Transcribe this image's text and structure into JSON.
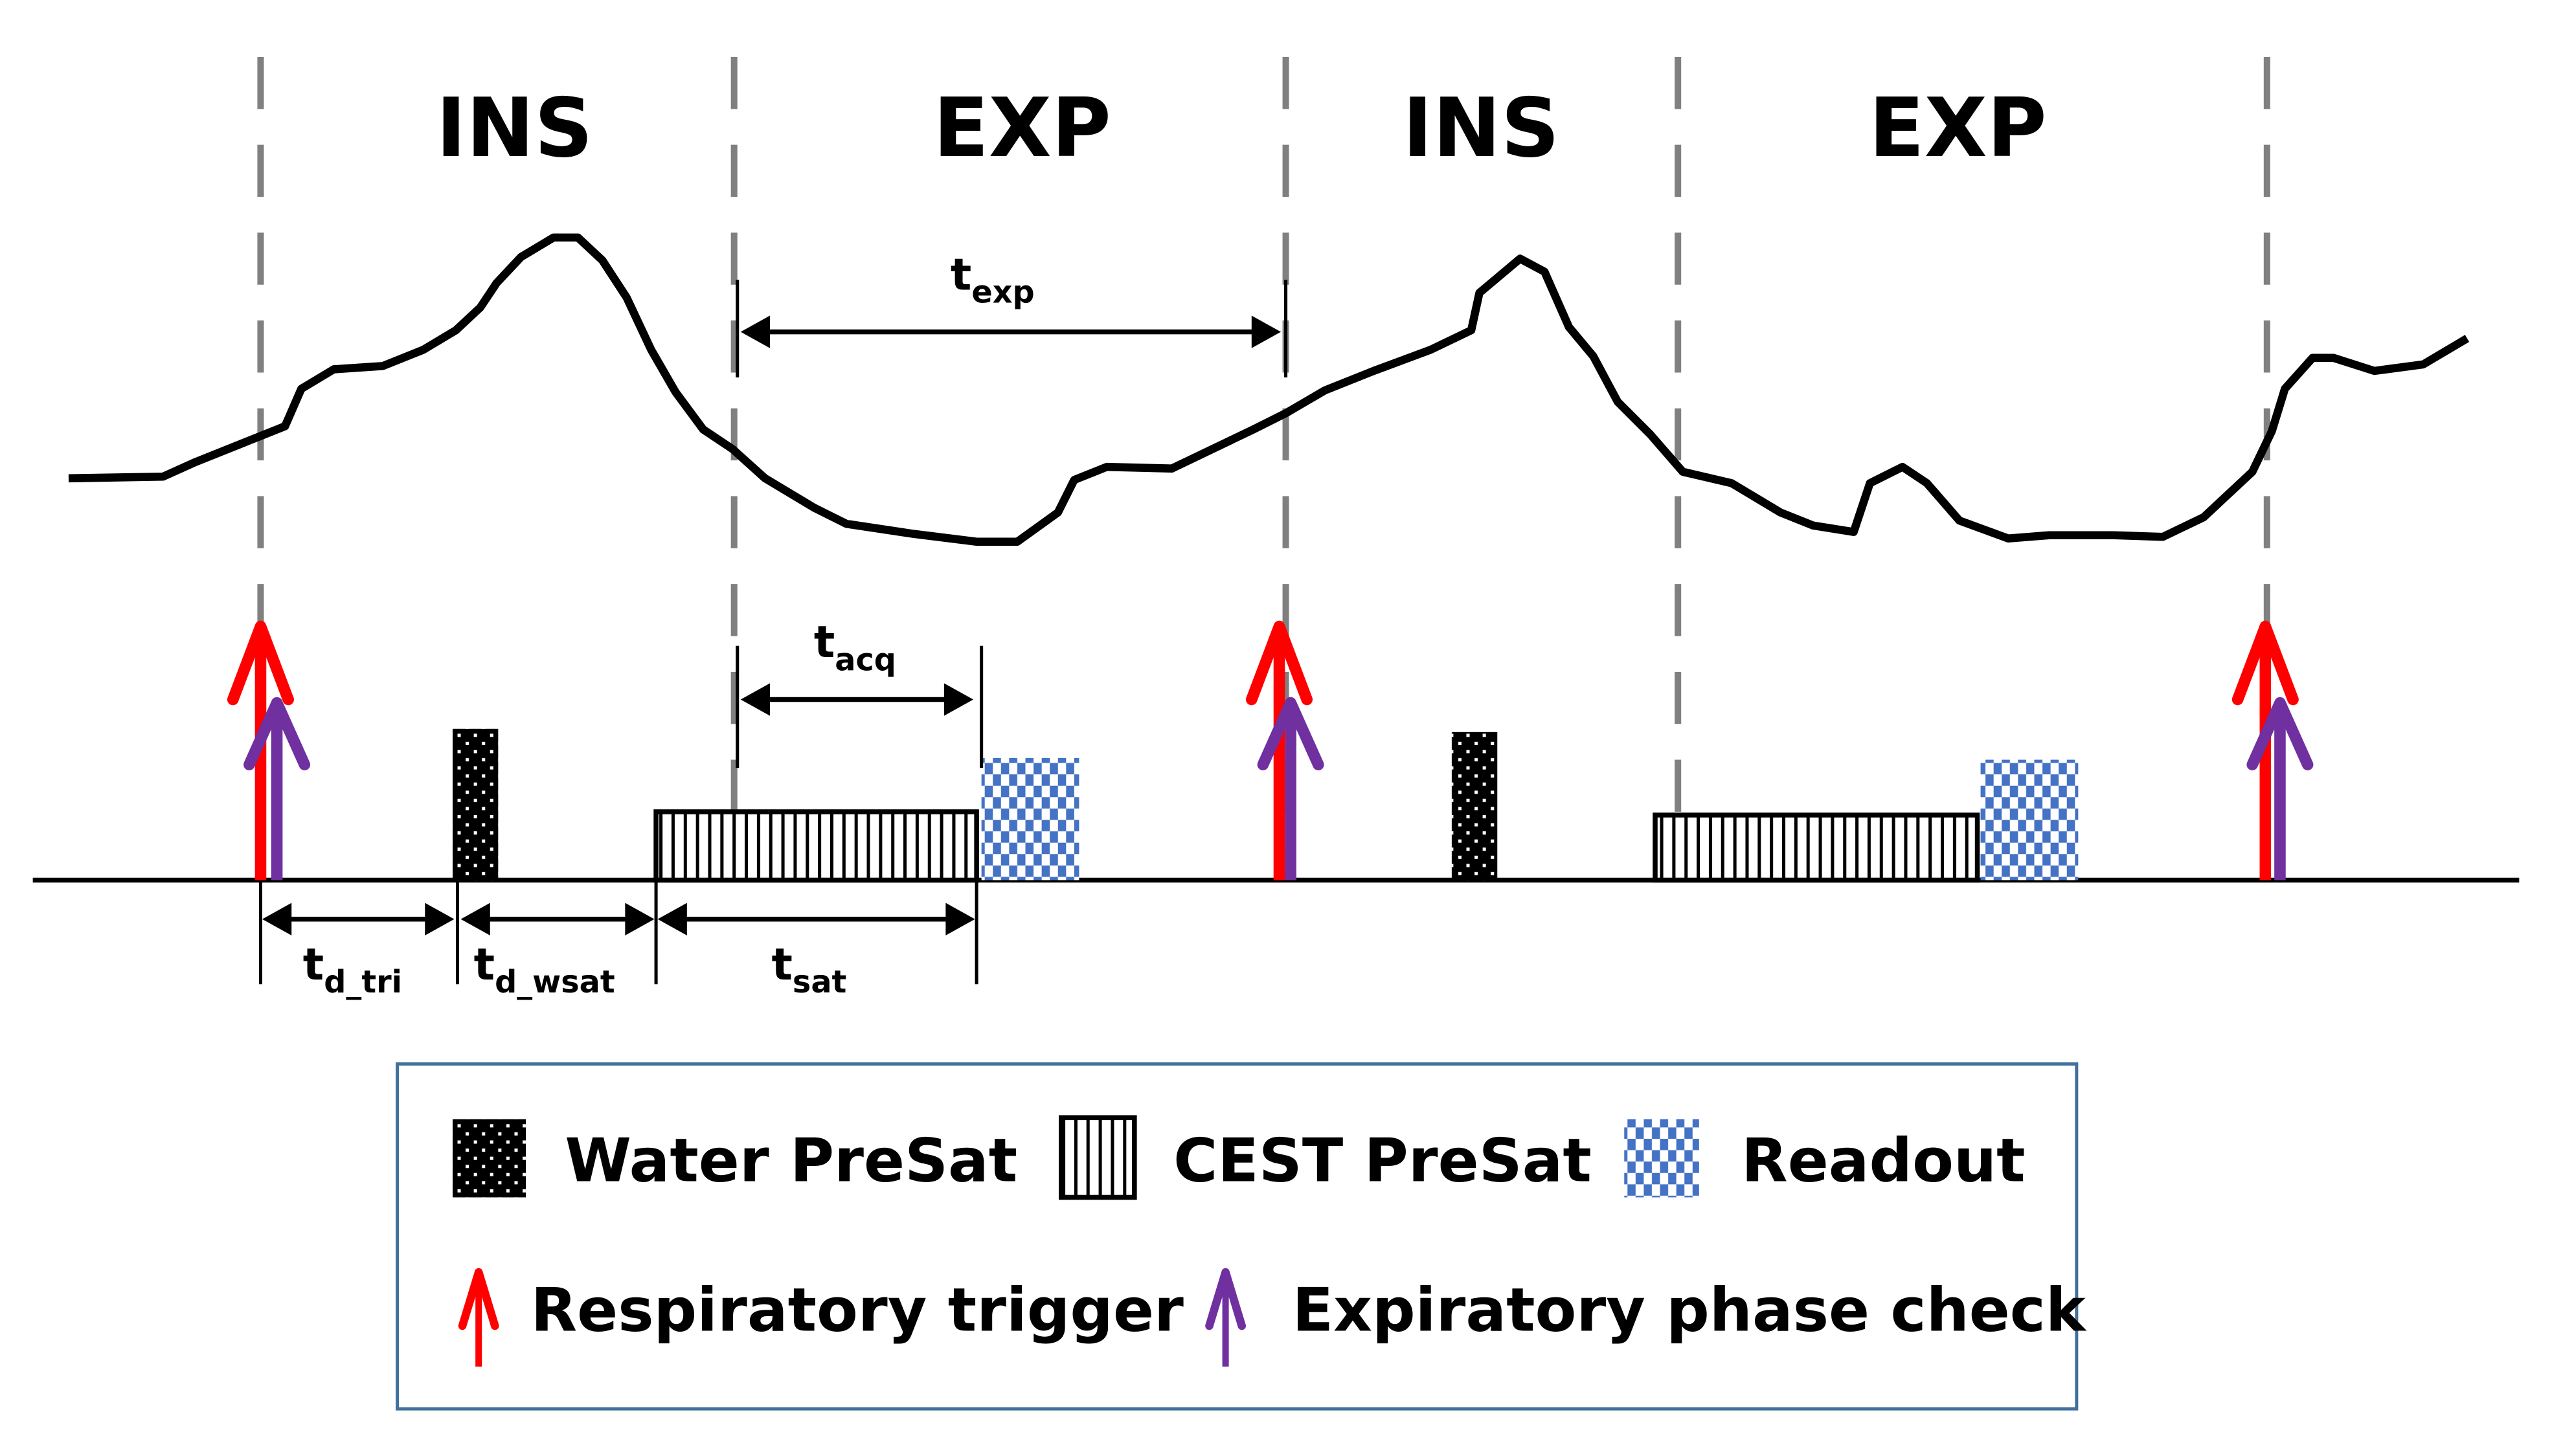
{
  "diagram": {
    "type": "respiratory-gated CEST acquisition timing diagram",
    "phases": [
      {
        "label": "INS",
        "meaning": "inspiration"
      },
      {
        "label": "EXP",
        "meaning": "expiration"
      },
      {
        "label": "INS",
        "meaning": "inspiration"
      },
      {
        "label": "EXP",
        "meaning": "expiration"
      }
    ],
    "timing_labels": {
      "t_exp": {
        "base": "t",
        "sub": "exp"
      },
      "t_acq": {
        "base": "t",
        "sub": "acq"
      },
      "t_d_tri": {
        "base": "t",
        "sub": "d_tri"
      },
      "t_d_wsat": {
        "base": "t",
        "sub": "d_wsat"
      },
      "t_sat": {
        "base": "t",
        "sub": "sat"
      }
    },
    "sequence_cycles": [
      {
        "events": [
          "Respiratory trigger",
          "Expiratory phase check",
          "Water PreSat",
          "CEST PreSat",
          "Readout"
        ]
      },
      {
        "events": [
          "Respiratory trigger",
          "Expiratory phase check",
          "Water PreSat",
          "CEST PreSat",
          "Readout"
        ]
      },
      {
        "events": [
          "Respiratory trigger",
          "Expiratory phase check"
        ]
      }
    ],
    "legend": {
      "items": [
        {
          "label": "Water PreSat",
          "symbol": "black-dotted-block"
        },
        {
          "label": "CEST PreSat",
          "symbol": "vertical-striped-block"
        },
        {
          "label": "Readout",
          "symbol": "blue-checker-block"
        },
        {
          "label": "Respiratory trigger",
          "symbol": "red-up-arrow"
        },
        {
          "label": "Expiratory phase check",
          "symbol": "purple-up-arrow"
        }
      ]
    },
    "colors": {
      "respiratory_trigger": "#ff0000",
      "expiratory_check": "#7030a0",
      "readout": "#4472c4",
      "phase_divider": "#808080",
      "legend_border": "#41719c",
      "waveform": "#000000"
    }
  }
}
